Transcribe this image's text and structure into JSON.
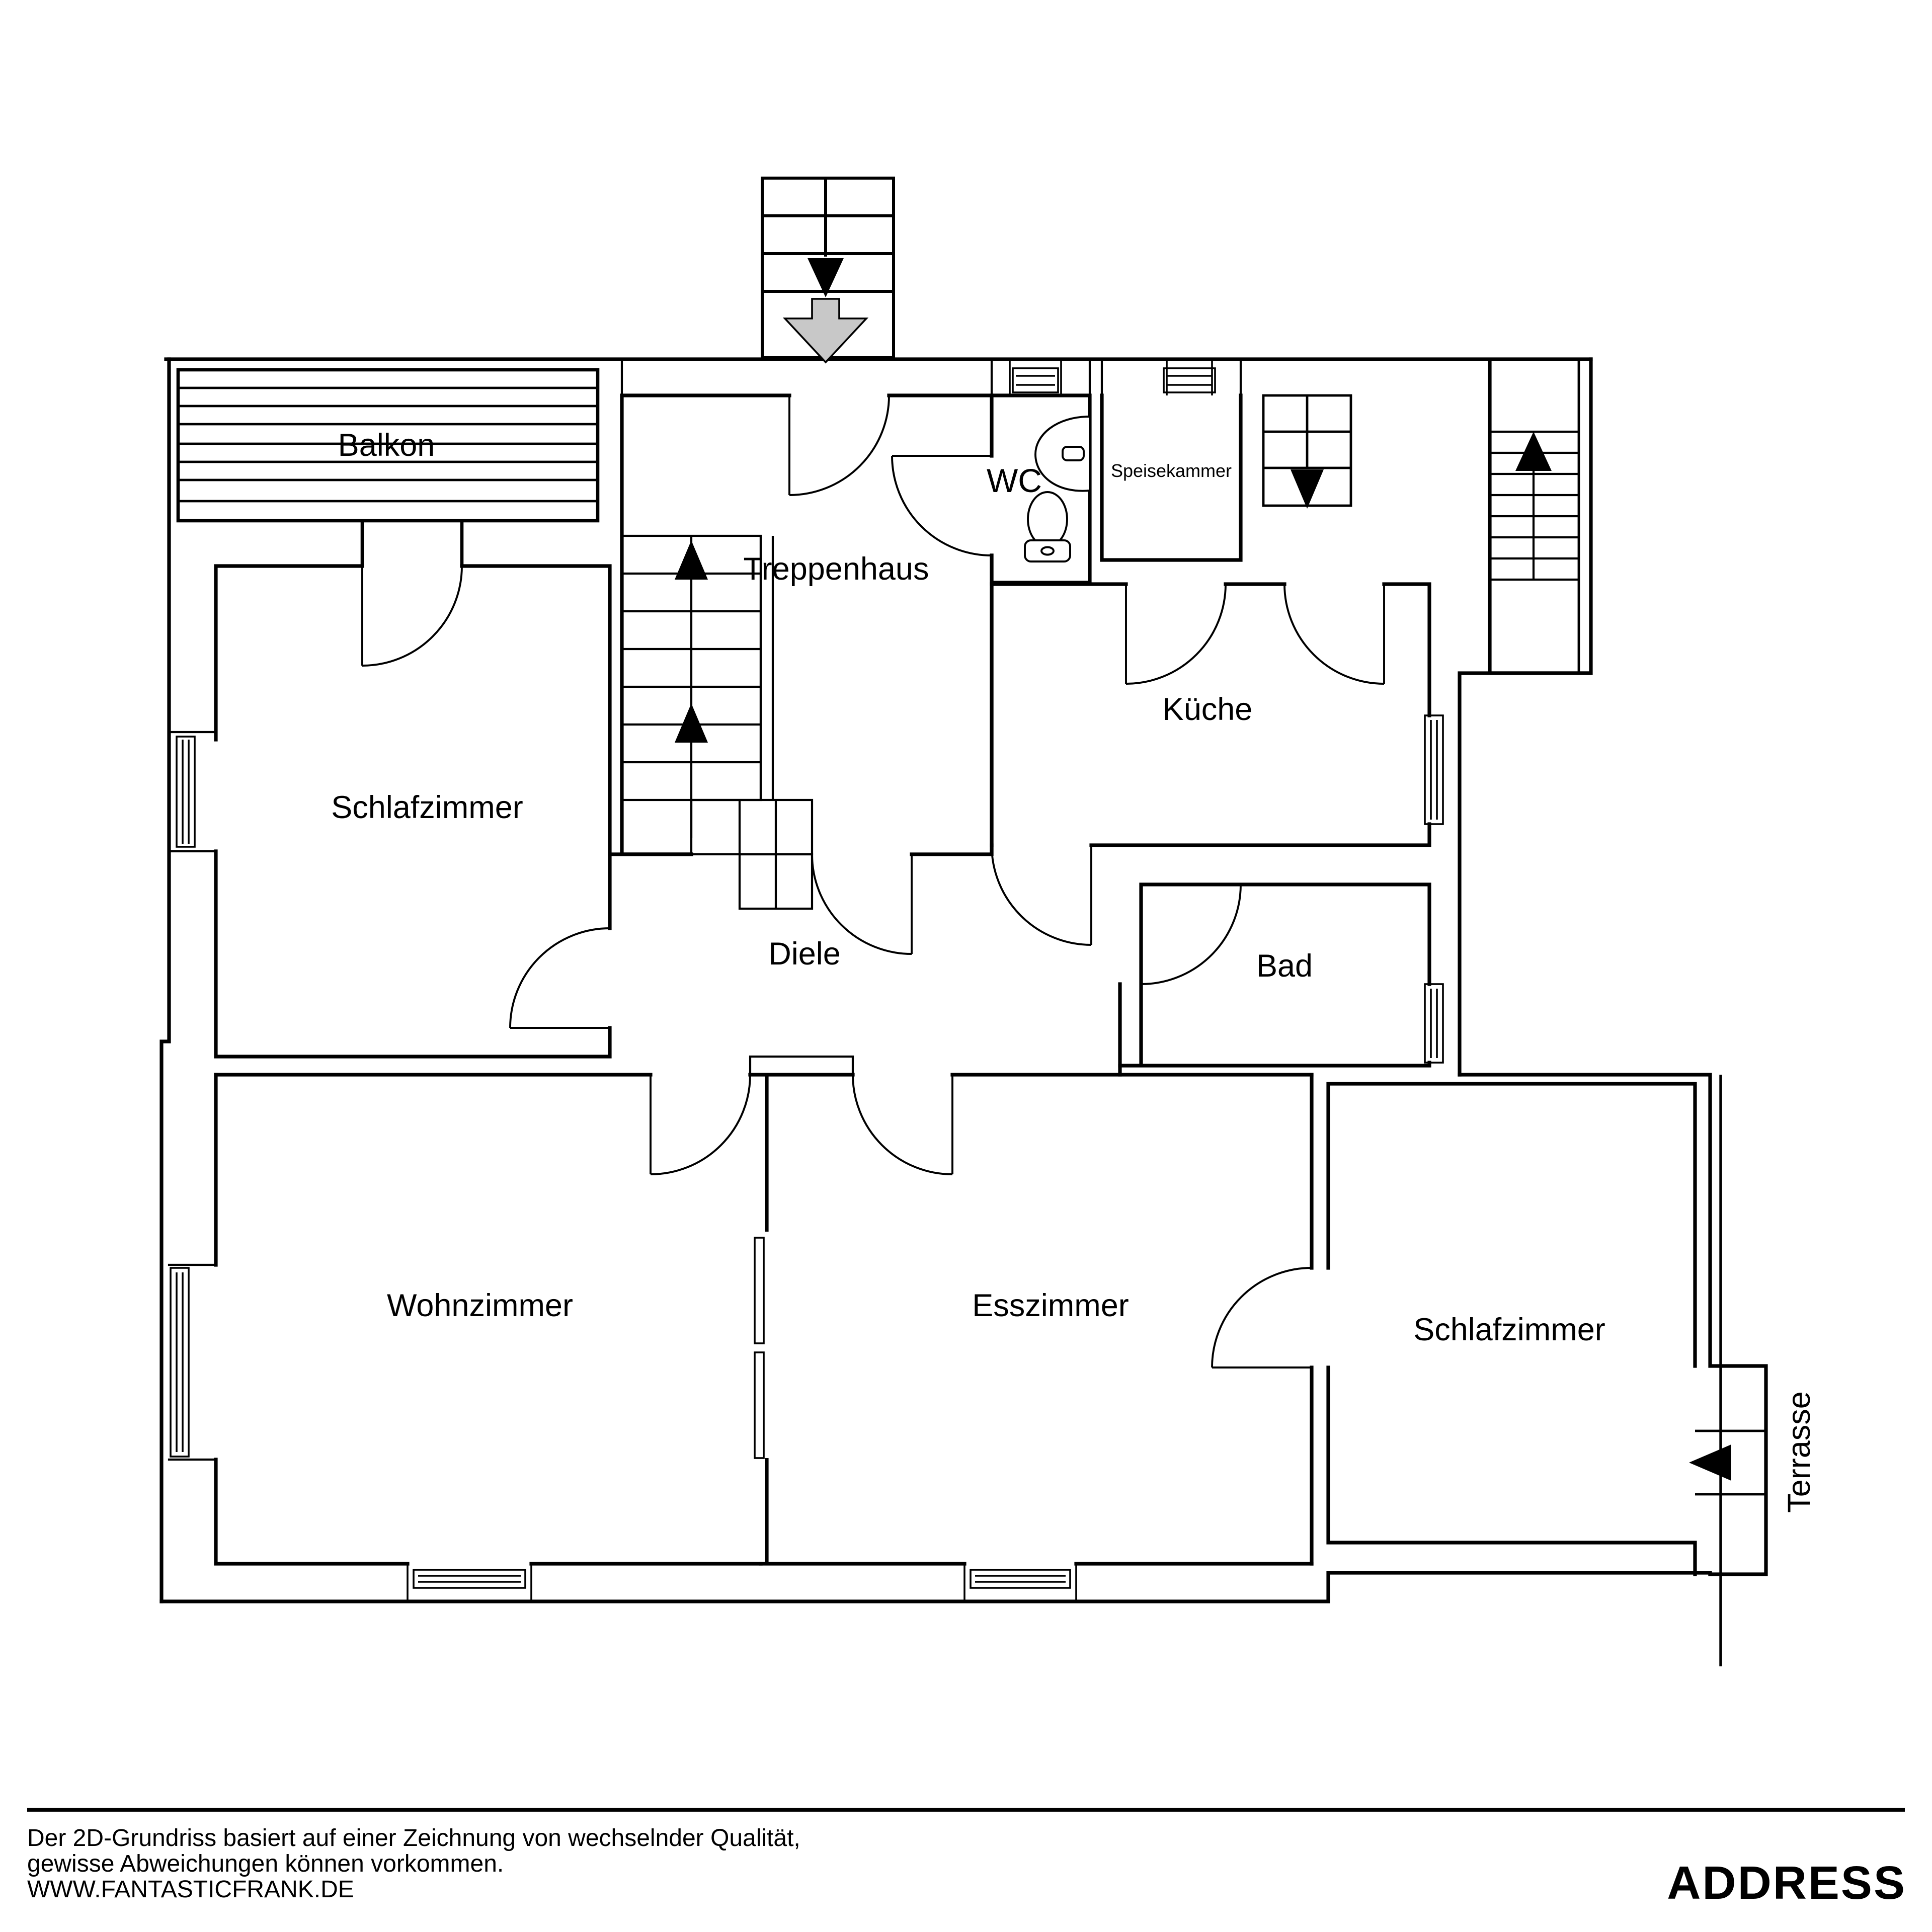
{
  "plan": {
    "line_color": "#000000",
    "background": "#ffffff",
    "entry_arrow_color": "#c8c8c8"
  },
  "rooms": [
    {
      "id": "balkon",
      "label": "Balkon"
    },
    {
      "id": "schlafzimmer-links",
      "label": "Schlafzimmer"
    },
    {
      "id": "treppenhaus",
      "label": "Treppenhaus"
    },
    {
      "id": "wc",
      "label": "WC"
    },
    {
      "id": "speisekammer",
      "label": "Speisekammer"
    },
    {
      "id": "kueche",
      "label": "Küche"
    },
    {
      "id": "diele",
      "label": "Diele"
    },
    {
      "id": "bad",
      "label": "Bad"
    },
    {
      "id": "wohnzimmer",
      "label": "Wohnzimmer"
    },
    {
      "id": "esszimmer",
      "label": "Esszimmer"
    },
    {
      "id": "schlafzimmer-rechts",
      "label": "Schlafzimmer"
    },
    {
      "id": "terrasse",
      "label": "Terrasse"
    }
  ],
  "footer": {
    "disclaimer_line1": "Der 2D-Grundriss basiert auf einer Zeichnung von wechselnder Qualität,",
    "disclaimer_line2": "gewisse Abweichungen können vorkommen.",
    "website": "WWW.FANTASTICFRANK.DE",
    "brand": "ADDRESS"
  }
}
